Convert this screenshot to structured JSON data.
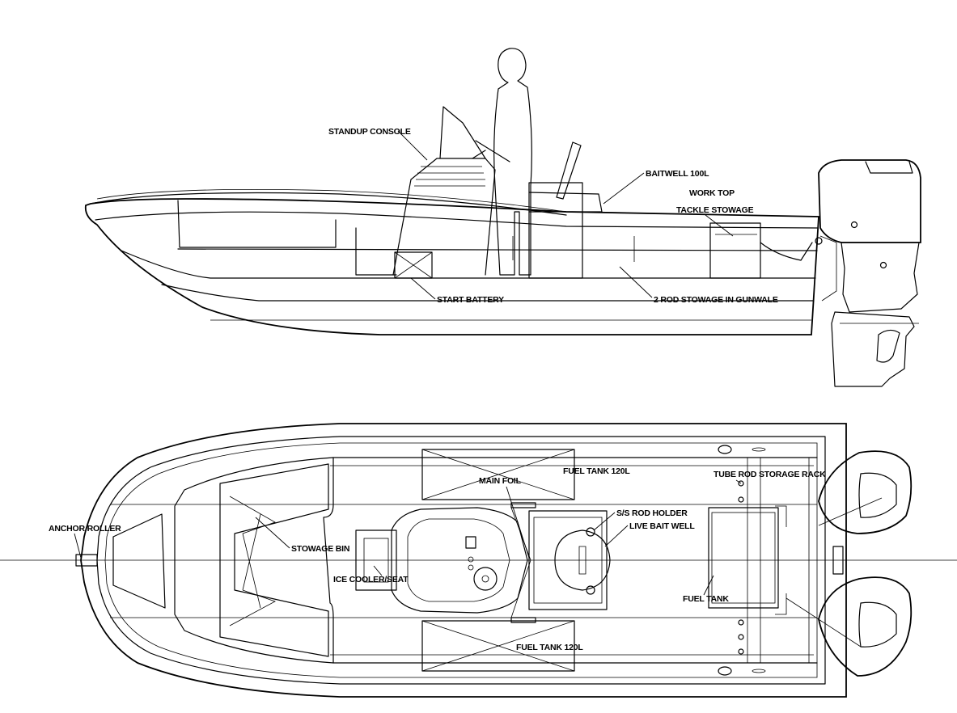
{
  "side_view": {
    "labels": {
      "standup_console": "STANDUP CONSOLE",
      "baitwell": "BAITWELL 100L",
      "work_top": "WORK TOP",
      "tackle_stowage": "TACKLE STOWAGE",
      "start_battery": "START BATTERY",
      "rod_stowage": "2 ROD STOWAGE IN GUNWALE"
    }
  },
  "plan_view": {
    "labels": {
      "anchor_roller": "ANCHOR ROLLER",
      "stowage_bin": "STOWAGE BIN",
      "ice_cooler_seat": "ICE COOLER/SEAT",
      "main_foil": "MAIN FOIL",
      "fuel_tank_top": "FUEL TANK 120L",
      "fuel_tank_bottom": "FUEL TANK 120L",
      "tube_rod_rack": "TUBE ROD STORAGE RACK",
      "ss_rod_holder": "S/S ROD HOLDER",
      "live_bait_well": "LIVE BAIT WELL",
      "fuel_tank_aft": "FUEL TANK"
    }
  }
}
